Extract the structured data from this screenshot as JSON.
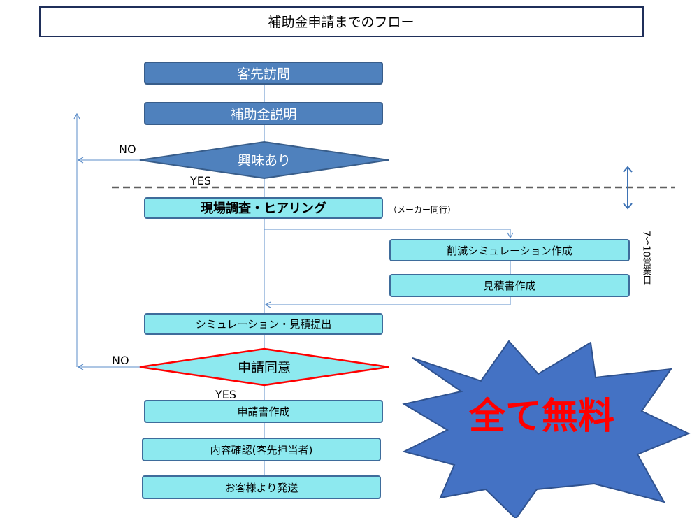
{
  "title": "補助金申請までのフロー",
  "colors": {
    "dark_box_fill": "#4F81BD",
    "dark_box_stroke": "#385D8A",
    "light_box_fill": "#8DE9EF",
    "light_box_stroke": "#3E6C9B",
    "connector": "#5B8CC8",
    "red_outline": "#FF0000",
    "starburst_fill": "#4472C4",
    "starburst_text": "#FF0000",
    "dashed_line": "#606060"
  },
  "steps": {
    "visit": "客先訪問",
    "explain": "補助金説明",
    "interest": "興味あり",
    "survey": "現場調査・ヒアリング",
    "survey_note": "（メーカー同行）",
    "simulation": "削減シミュレーション作成",
    "estimate": "見積書作成",
    "submit": "シミュレーション・見積提出",
    "consent": "申請同意",
    "application": "申請書作成",
    "confirm": "内容確認(客先担当者)",
    "send": "お客様より発送"
  },
  "labels": {
    "no": "NO",
    "yes": "YES",
    "duration": "7〜10営業日",
    "free": "全て無料"
  }
}
